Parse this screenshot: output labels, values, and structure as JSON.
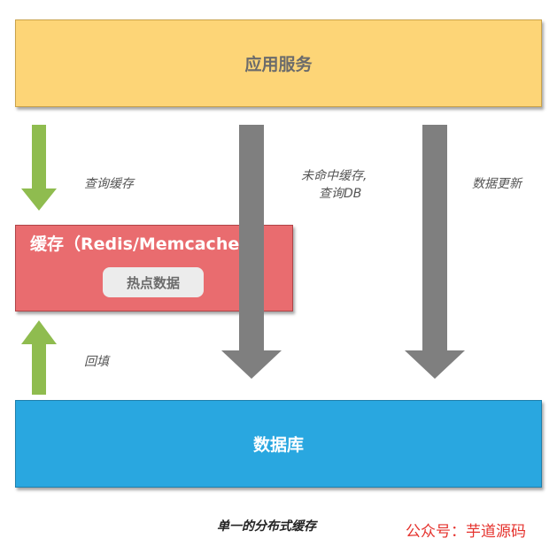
{
  "app_service": {
    "label": "应用服务"
  },
  "cache": {
    "title": "缓存（Redis/Memcached）",
    "hot_data": "热点数据"
  },
  "database": {
    "label": "数据库"
  },
  "arrows": {
    "query_cache": "查询缓存",
    "miss_line1": "未命中缓存,",
    "miss_line2": "查询DB",
    "data_update": "数据更新",
    "backfill": "回填"
  },
  "caption": "单一的分布式缓存",
  "watermark": "公众号：芋道源码",
  "colors": {
    "app_service": "#fdd577",
    "cache": "#e96c6f",
    "database": "#29a7e0",
    "green_arrow": "#8fbc4f",
    "gray_arrow": "#7f7f7f",
    "watermark": "#e5322d"
  }
}
